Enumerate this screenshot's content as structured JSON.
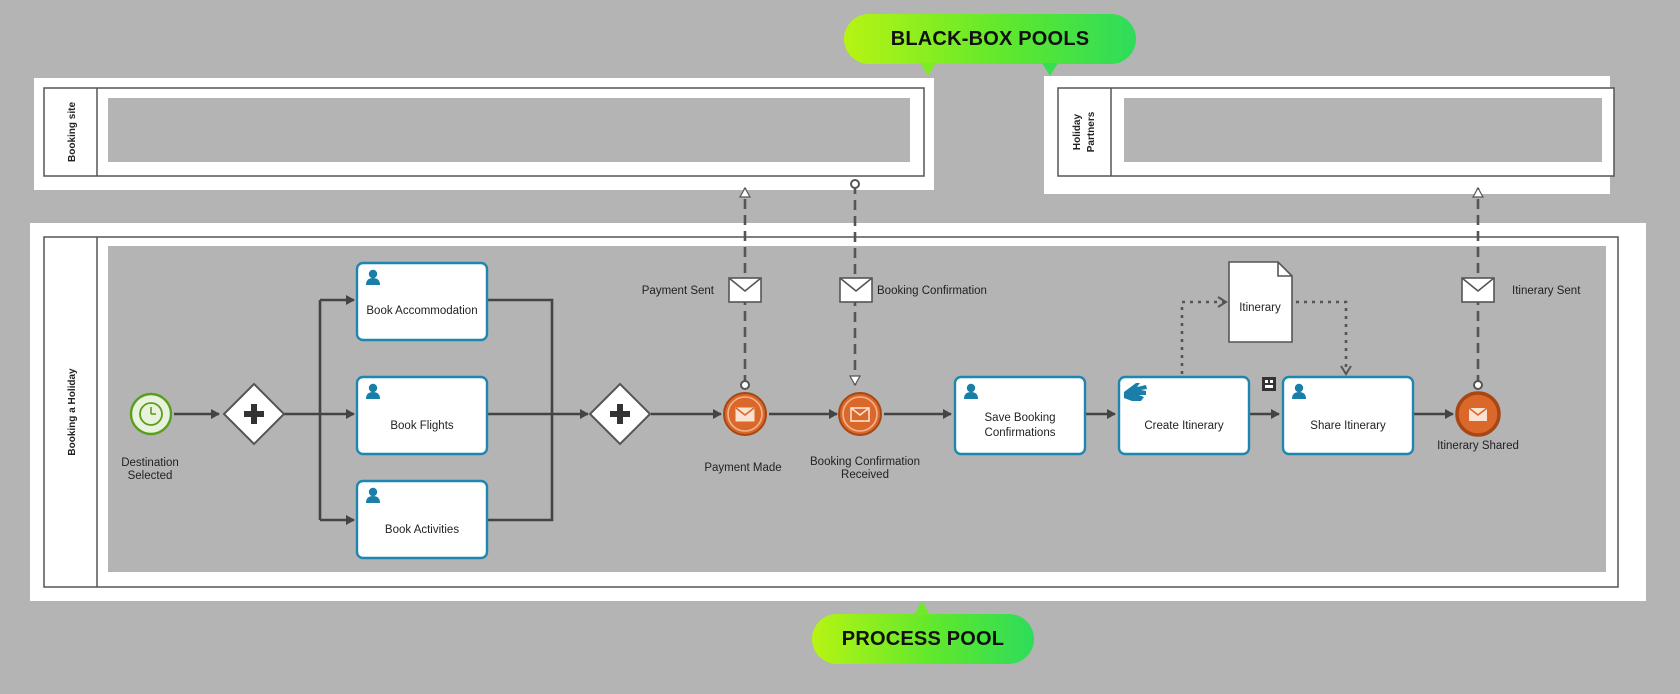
{
  "callouts": {
    "black_box": "BLACK-BOX POOLS",
    "process": "PROCESS POOL"
  },
  "pools": {
    "booking_site": "Booking site",
    "holiday_partners_line1": "Holiday",
    "holiday_partners_line2": "Partners",
    "booking_holiday": "Booking a Holiday"
  },
  "tasks": {
    "book_accommodation": "Book Accommodation",
    "book_flights": "Book Flights",
    "book_activities": "Book Activities",
    "save_line1": "Save Booking",
    "save_line2": "Confirmations",
    "create_itinerary": "Create Itinerary",
    "share_itinerary": "Share Itinerary"
  },
  "events": {
    "start_line1": "Destination",
    "start_line2": "Selected",
    "payment_made": "Payment Made",
    "confirmation_line1": "Booking Confirmation",
    "confirmation_line2": "Received",
    "itinerary_shared": "Itinerary Shared"
  },
  "messages": {
    "payment_sent": "Payment Sent",
    "booking_confirmation": "Booking Confirmation",
    "itinerary_sent": "Itinerary Sent"
  },
  "data_object": {
    "itinerary": "Itinerary"
  },
  "colors": {
    "background": "#b4b4b4",
    "task_border": "#1f86b0",
    "task_icon": "#1a7fa8",
    "message_event": "#d9682a",
    "start_event": "#5a9e1e",
    "callout_start": "#b6f413",
    "callout_end": "#2edc5a"
  },
  "icons": {
    "user_task": "user-icon",
    "manual_task": "hand-icon",
    "start_event": "timer-icon",
    "message_event": "envelope-icon",
    "gateway": "plus-icon"
  }
}
